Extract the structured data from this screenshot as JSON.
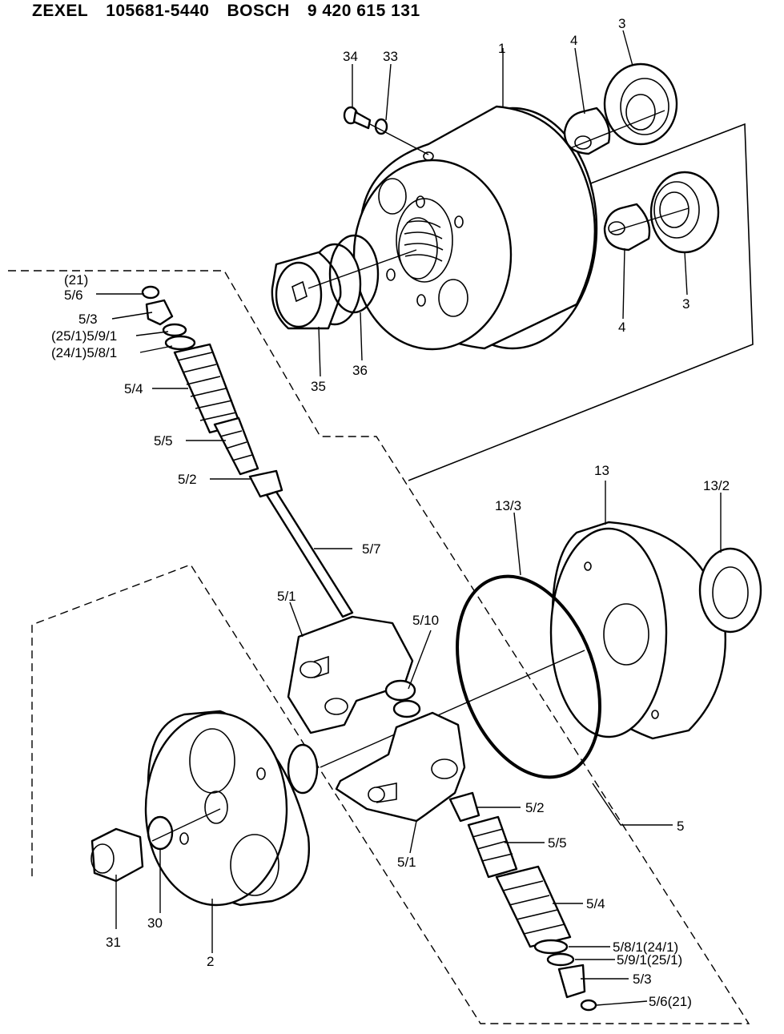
{
  "header": {
    "brand1": "ZEXEL",
    "code1": "105681-5440",
    "brand2": "BOSCH",
    "code2": "9 420 615 131"
  },
  "labels": {
    "p34": "34",
    "p33": "33",
    "p1": "1",
    "p4a": "4",
    "p3a": "3",
    "p3b": "3",
    "p4b": "4",
    "p35": "35",
    "p36": "36",
    "p21a": "(21)",
    "p56a": "5/6",
    "p53a": "5/3",
    "p591a": "(25/1)5/9/1",
    "p581a": "(24/1)5/8/1",
    "p54a": "5/4",
    "p55a": "5/5",
    "p52a": "5/2",
    "p57": "5/7",
    "p51a": "5/1",
    "p510": "5/10",
    "p13": "13",
    "p132": "13/2",
    "p133": "13/3",
    "p52b": "5/2",
    "p55b": "5/5",
    "p5": "5",
    "p51b": "5/1",
    "p54b": "5/4",
    "p581b": "5/8/1(24/1)",
    "p591b": "5/9/1(25/1)",
    "p53b": "5/3",
    "p56b": "5/6(21)",
    "p31": "31",
    "p30": "30",
    "p2": "2"
  }
}
